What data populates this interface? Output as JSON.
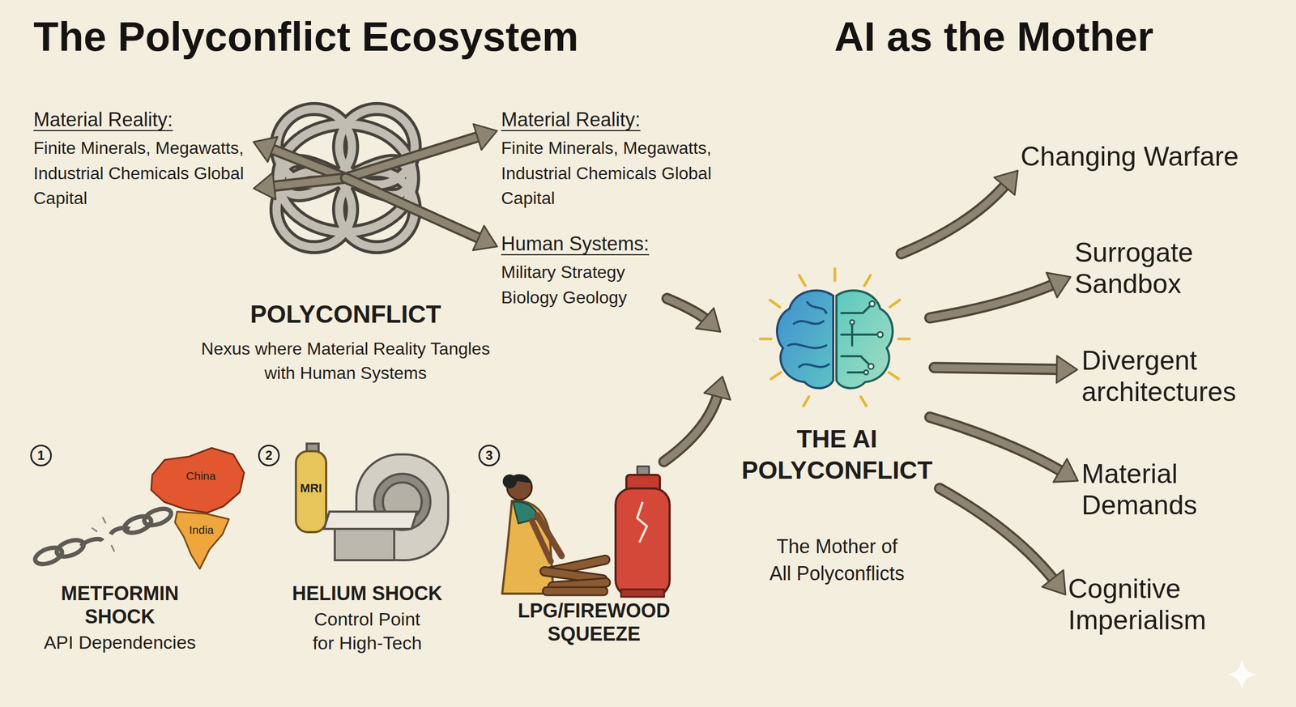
{
  "diagram": {
    "title": "The Polyconflict Ecosystem",
    "nodes": [
      {
        "text": [
          "Material Reality:",
          "Finite Minerals, Megawatts, Industrial Chemicals Global Capital"
        ]
      },
      {
        "text": [
          "POLYCONFLICT",
          "Nexus where Material Reality Tangles with Human Systems"
        ]
      },
      {
        "text": [
          "Material Reality:",
          "Finite Minerals, Megawatts, Industrial Chemicals Global Capital"
        ]
      },
      {
        "text": [
          "Human Systems:",
          "Military Strategy Biology Geology"
        ]
      },
      {
        "text": [
          "METFORMIN SHOCK",
          "API Dependencies"
        ]
      },
      {
        "text": [
          "HELIUM SHOCK",
          "Control Point for High-Tech"
        ]
      },
      {
        "text": [
          "LPG/FIREWOOD SQUEEZE"
        ]
      },
      {
        "text": [
          "THE AI POLYCONFLICT",
          "The Mother of All Polyconflicts"
        ]
      },
      {
        "text": [
          "Changing Warfare"
        ]
      },
      {
        "text": [
          "Surrogate Sandbox"
        ]
      },
      {
        "text": [
          "Divergent architectures"
        ]
      },
      {
        "text": [
          "Material Demands"
        ]
      },
      {
        "text": [
          "Cognitive Imperialism"
        ]
      }
    ],
    "edges": [
      {
        "from": 1,
        "to": 0,
        "arrow": "to"
      },
      {
        "from": 1,
        "to": 0,
        "arrow": "to"
      },
      {
        "from": 1,
        "to": 2,
        "arrow": "to"
      },
      {
        "from": 1,
        "to": 3,
        "arrow": "to"
      },
      {
        "from": 3,
        "to": 7,
        "arrow": "to"
      },
      {
        "from": 6,
        "to": 7,
        "arrow": "to"
      },
      {
        "from": 7,
        "to": 8,
        "arrow": "to"
      },
      {
        "from": 7,
        "to": 9,
        "arrow": "to"
      },
      {
        "from": 7,
        "to": 10,
        "arrow": "to"
      },
      {
        "from": 7,
        "to": 11,
        "arrow": "to"
      },
      {
        "from": 7,
        "to": 12,
        "arrow": "to"
      }
    ],
    "labels": [
      "AI as the Mother",
      "1",
      "China",
      "India",
      "2",
      "MRI",
      "3"
    ]
  }
}
